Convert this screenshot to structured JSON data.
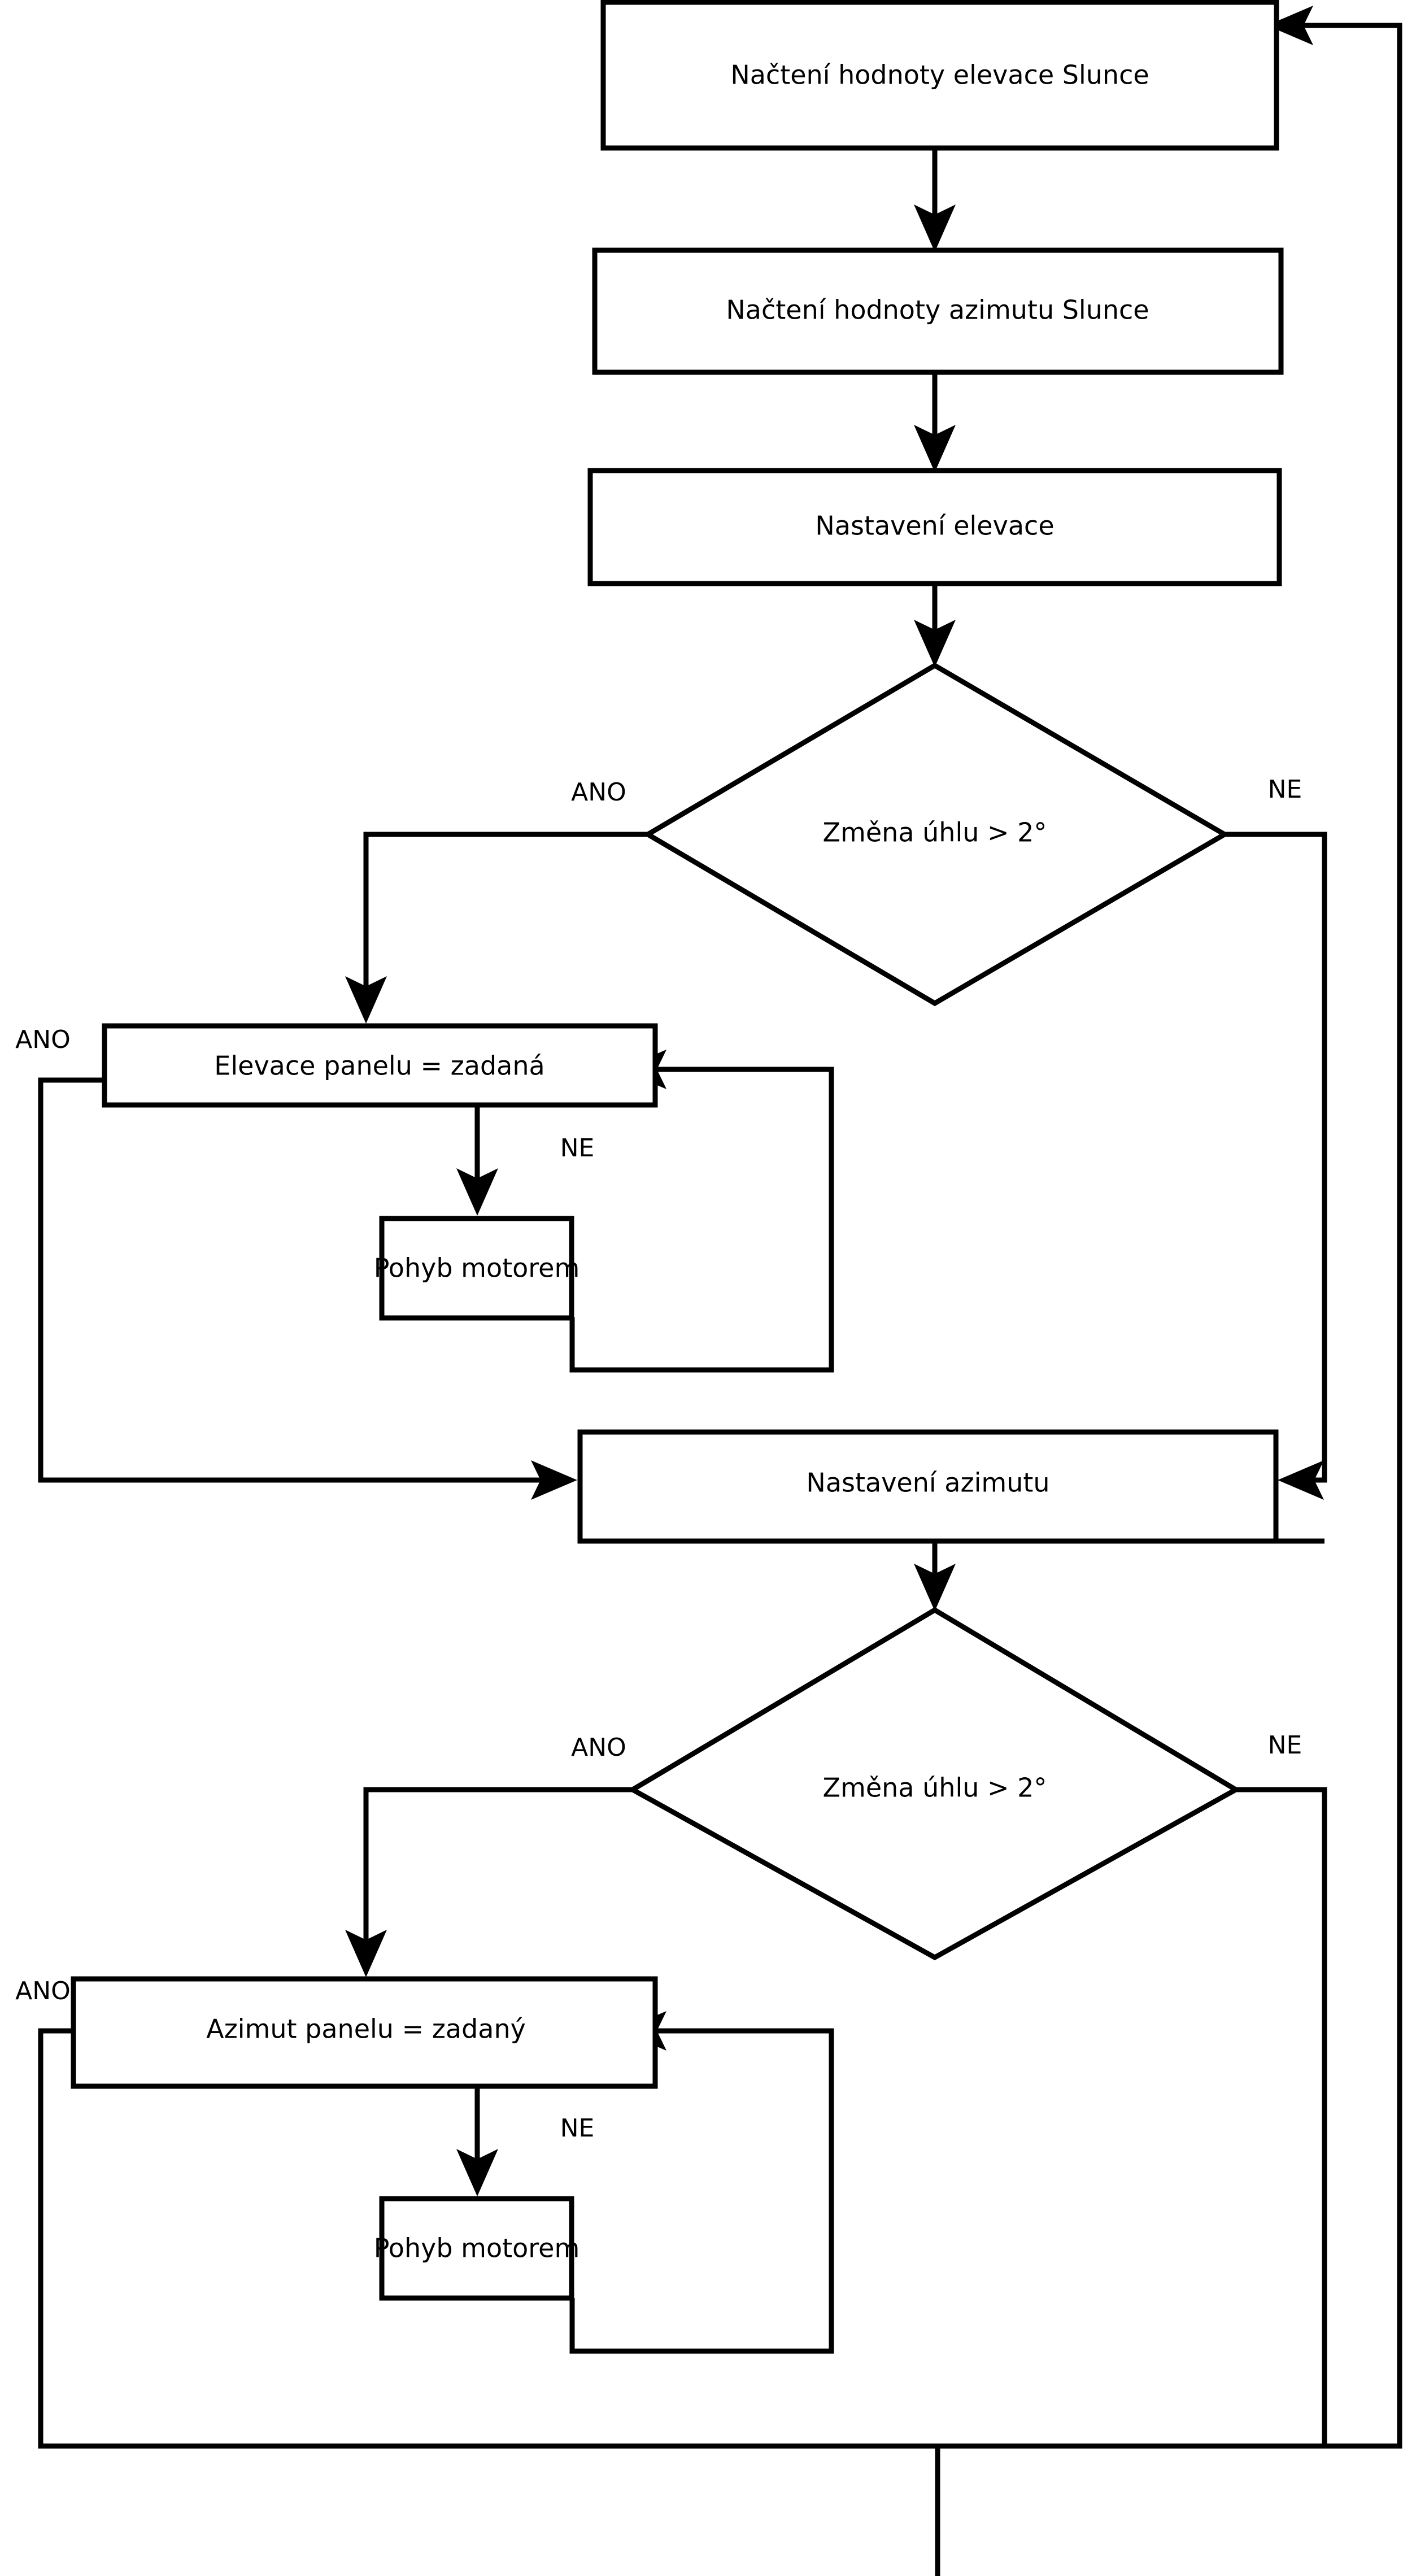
{
  "diagram": {
    "type": "flowchart",
    "title": "",
    "language": "cs",
    "background_color": "#ffffff",
    "line_color": "#000000",
    "node_fill_color": "#ffffff",
    "nodes": [
      {
        "id": "read_elev",
        "shape": "process",
        "label": "Načtení hodnoty elevace Slunce"
      },
      {
        "id": "read_azim",
        "shape": "process",
        "label": "Načtení hodnoty azimutu Slunce"
      },
      {
        "id": "set_elev",
        "shape": "process",
        "label": "Nastavení elevace"
      },
      {
        "id": "dec_elev",
        "shape": "decision",
        "label": "Změna úhlu > 2°"
      },
      {
        "id": "panel_elev_eq",
        "shape": "process",
        "label": "Elevace panelu = zadaná"
      },
      {
        "id": "motor_elev",
        "shape": "process",
        "label": "Pohyb motorem"
      },
      {
        "id": "set_azim",
        "shape": "process",
        "label": "Nastavení azimutu"
      },
      {
        "id": "dec_azim",
        "shape": "decision",
        "label": "Změna úhlu > 2°"
      },
      {
        "id": "panel_azim_eq",
        "shape": "process",
        "label": "Azimut panelu = zadaný"
      },
      {
        "id": "motor_azim",
        "shape": "process",
        "label": "Pohyb motorem"
      }
    ],
    "edge_labels": {
      "dec_elev_yes": "ANO",
      "dec_elev_no": "NE",
      "panel_elev_yes": "ANO",
      "panel_elev_no": "NE",
      "dec_azim_yes": "ANO",
      "dec_azim_no": "NE",
      "panel_azim_yes": "ANO",
      "panel_azim_no": "NE"
    },
    "edges": [
      {
        "from": "read_elev",
        "to": "read_azim",
        "label": ""
      },
      {
        "from": "read_azim",
        "to": "set_elev",
        "label": ""
      },
      {
        "from": "set_elev",
        "to": "dec_elev",
        "label": ""
      },
      {
        "from": "dec_elev",
        "to": "panel_elev_eq",
        "label": "ANO"
      },
      {
        "from": "dec_elev",
        "to": "set_azim",
        "label": "NE"
      },
      {
        "from": "panel_elev_eq",
        "to": "set_azim",
        "label": "ANO"
      },
      {
        "from": "panel_elev_eq",
        "to": "motor_elev",
        "label": "NE"
      },
      {
        "from": "motor_elev",
        "to": "panel_elev_eq",
        "label": ""
      },
      {
        "from": "set_azim",
        "to": "dec_azim",
        "label": ""
      },
      {
        "from": "dec_azim",
        "to": "panel_azim_eq",
        "label": "ANO"
      },
      {
        "from": "dec_azim",
        "to": "read_elev",
        "label": "NE"
      },
      {
        "from": "panel_azim_eq",
        "to": "read_elev",
        "label": "ANO"
      },
      {
        "from": "panel_azim_eq",
        "to": "motor_azim",
        "label": "NE"
      },
      {
        "from": "motor_azim",
        "to": "panel_azim_eq",
        "label": ""
      }
    ]
  }
}
